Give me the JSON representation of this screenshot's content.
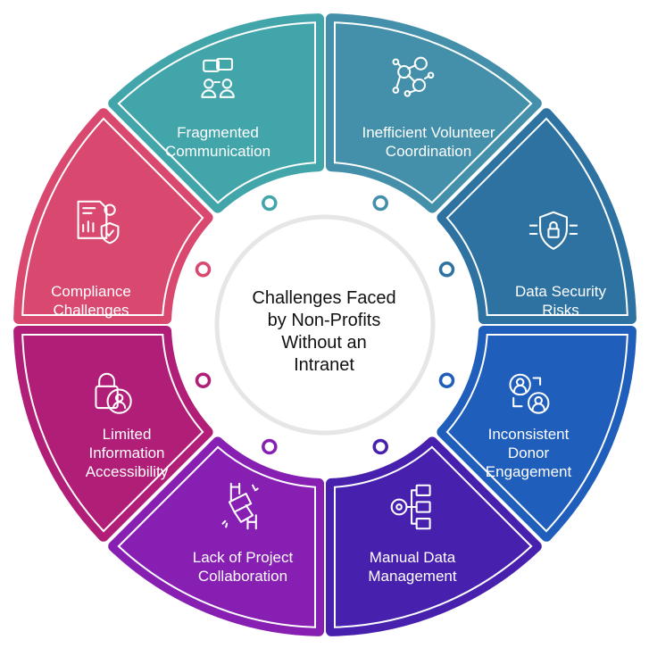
{
  "center": {
    "title_lines": [
      "Challenges Faced",
      "by Non-Profits",
      "Without an",
      "Intranet"
    ]
  },
  "ring_color": "#e6e6e6",
  "segments": [
    {
      "id": "fragmented-communication",
      "lines": [
        "Fragmented",
        "Communication"
      ],
      "color": "#42A5AA",
      "icon": "chat-people-icon"
    },
    {
      "id": "inefficient-volunteer-coordination",
      "lines": [
        "Inefficient Volunteer",
        "Coordination"
      ],
      "color": "#4490AB",
      "icon": "network-people-icon"
    },
    {
      "id": "data-security-risks",
      "lines": [
        "Data Security",
        "Risks"
      ],
      "color": "#2D72A0",
      "icon": "shield-lock-icon"
    },
    {
      "id": "inconsistent-donor-engagement",
      "lines": [
        "Inconsistent",
        "Donor",
        "Engagement"
      ],
      "color": "#1F5EBB",
      "icon": "user-exchange-icon"
    },
    {
      "id": "manual-data-management",
      "lines": [
        "Manual Data",
        "Management"
      ],
      "color": "#4720AE",
      "icon": "gear-folders-icon"
    },
    {
      "id": "lack-of-project-collaboration",
      "lines": [
        "Lack of Project",
        "Collaboration"
      ],
      "color": "#871FB3",
      "icon": "puzzle-hands-icon"
    },
    {
      "id": "limited-information-accessibility",
      "lines": [
        "Limited",
        "Information",
        "Accessibility"
      ],
      "color": "#B01E78",
      "icon": "lock-user-icon"
    },
    {
      "id": "compliance-challenges",
      "lines": [
        "Compliance",
        "Challenges"
      ],
      "color": "#D8486F",
      "icon": "document-shield-icon"
    }
  ]
}
